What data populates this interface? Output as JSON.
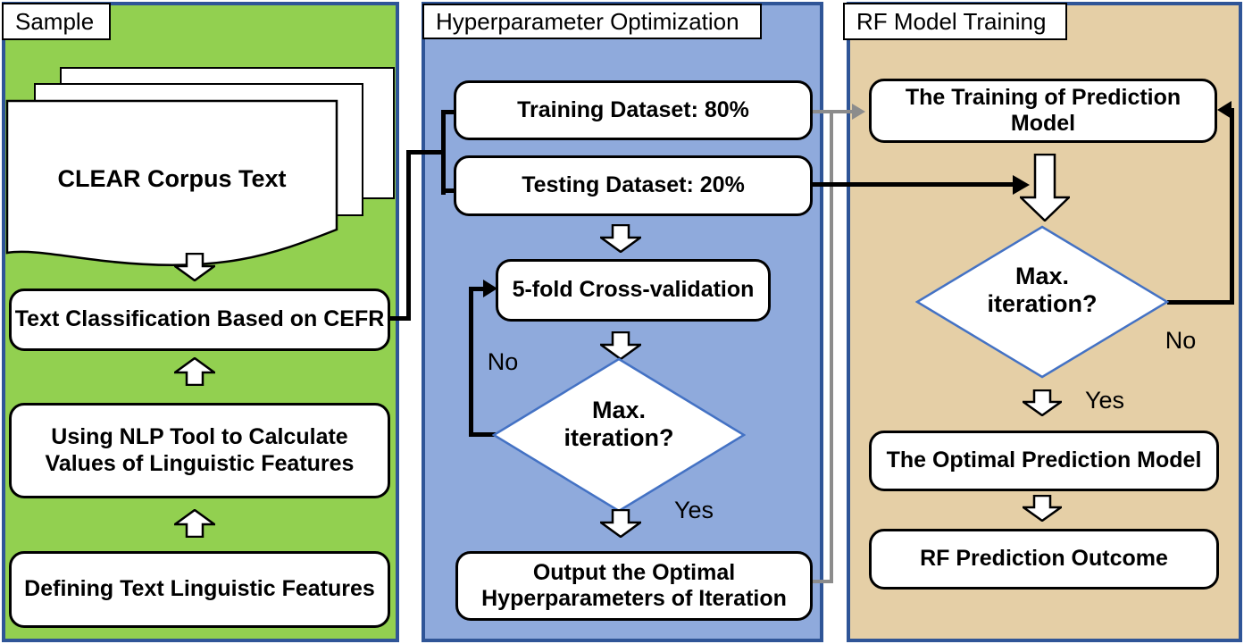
{
  "colors": {
    "sample_bg": "#92D050",
    "hyperparameter_bg": "#8FAADC",
    "rf_bg": "#E5CFA6",
    "panel_border": "#2F5597",
    "diamond_border": "#4472C4",
    "connector_gray": "#8C8C8C",
    "node_bg": "#FFFFFF",
    "node_border": "#000000"
  },
  "panels": {
    "sample": {
      "title": "Sample",
      "document": "CLEAR Corpus Text",
      "cefr": "Text Classification Based on CEFR",
      "nlp": "Using NLP Tool to Calculate Values of Linguistic Features",
      "defining": "Defining Text Linguistic Features"
    },
    "hyperparameter": {
      "title": "Hyperparameter Optimization",
      "training": "Training Dataset: 80%",
      "testing": "Testing Dataset: 20%",
      "cross_validation": "5-fold Cross-validation",
      "decision": "Max. iteration?",
      "no_label": "No",
      "yes_label": "Yes",
      "output": "Output the Optimal Hyperparameters of Iteration"
    },
    "rf": {
      "title": "RF Model Training",
      "training_model": "The Training of Prediction Model",
      "decision": "Max. iteration?",
      "no_label": "No",
      "yes_label": "Yes",
      "optimal_model": "The Optimal Prediction Model",
      "outcome": "RF Prediction Outcome"
    }
  }
}
